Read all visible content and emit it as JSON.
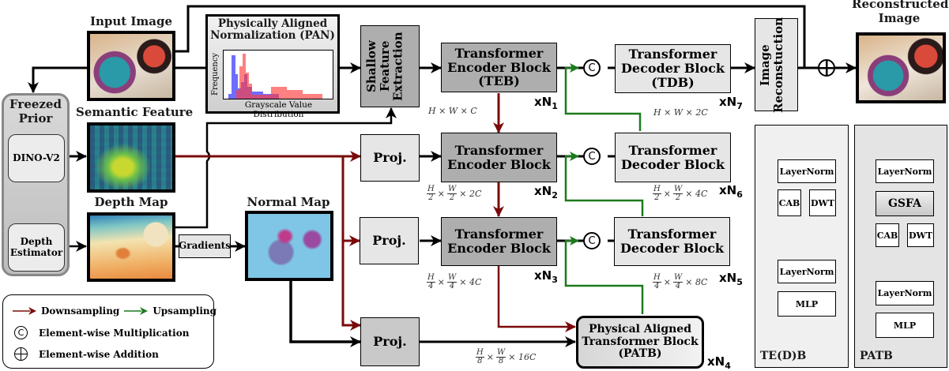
{
  "labels": {
    "input_image": "Input Image",
    "reconstructed_image_line1": "Reconstructed",
    "reconstructed_image_line2": "Image",
    "semantic_feature": "Semantic Feature",
    "depth_map": "Depth Map",
    "normal_map": "Normal Map"
  },
  "pan": {
    "title_line1": "Physically Aligned",
    "title_line2": "Normalization (PAN)",
    "y_axis": "Frequency",
    "x_axis": "Grayscale Value Distribution"
  },
  "freezed_prior": {
    "title_line1": "Freezed",
    "title_line2": "Prior",
    "dino": "DINO-V2",
    "depth_line1": "Depth",
    "depth_line2": "Estimator"
  },
  "blocks": {
    "shallow": "Shallow Feature Extraction",
    "image_recon": "Image Reconstuction",
    "gradients": "Gradients",
    "proj": "Proj.",
    "teb_line1": "Transformer",
    "teb_line2": "Encoder Block",
    "teb_line3": "(TEB)",
    "tdb_line1": "Transformer",
    "tdb_line2": "Decoder Block",
    "tdb_line3": "(TDB)",
    "patb_line1": "Physical Aligned",
    "patb_line2": "Transformer Block",
    "patb_line3": "(PATB)"
  },
  "repeats": {
    "n1": "1",
    "n2": "2",
    "n3": "3",
    "n4": "4",
    "n5": "5",
    "n6": "6",
    "n7": "7",
    "prefix": "xN"
  },
  "dims": {
    "l1_enc": "H × W × C",
    "l1_dec": "H × W × 2C",
    "l2_enc": {
      "h": "H",
      "hd": "2",
      "w": "W",
      "wd": "2",
      "c": "× 2C"
    },
    "l2_dec": {
      "h": "H",
      "hd": "2",
      "w": "W",
      "wd": "2",
      "c": "× 4C"
    },
    "l3_enc": {
      "h": "H",
      "hd": "4",
      "w": "W",
      "wd": "4",
      "c": "× 4C"
    },
    "l3_dec": {
      "h": "H",
      "hd": "4",
      "w": "W",
      "wd": "4",
      "c": "× 8C"
    },
    "l4": {
      "h": "H",
      "hd": "8",
      "w": "W",
      "wd": "8",
      "c": "× 16C"
    }
  },
  "symbols": {
    "concat": "C",
    "times": "×"
  },
  "legend": {
    "downsampling": "Downsampling",
    "upsampling": "Upsampling",
    "multiplication": "Element-wise Multiplication",
    "addition": "Element-wise Addition"
  },
  "ted_block": {
    "layernorm1": "LayerNorm",
    "cab": "CAB",
    "dwt": "DWT",
    "layernorm2": "LayerNorm",
    "mlp": "MLP",
    "title": "TE(D)B"
  },
  "patb_block": {
    "layernorm1": "LayerNorm",
    "gsfa": "GSFA",
    "cab": "CAB",
    "dwt": "DWT",
    "layernorm2": "LayerNorm",
    "mlp": "MLP",
    "title": "PATB"
  },
  "colors": {
    "downsampling": "#7a0a0a",
    "upsampling": "#1d7a1d",
    "encoder_fill": "#aeaeae",
    "decoder_fill": "#e6e6e6"
  }
}
